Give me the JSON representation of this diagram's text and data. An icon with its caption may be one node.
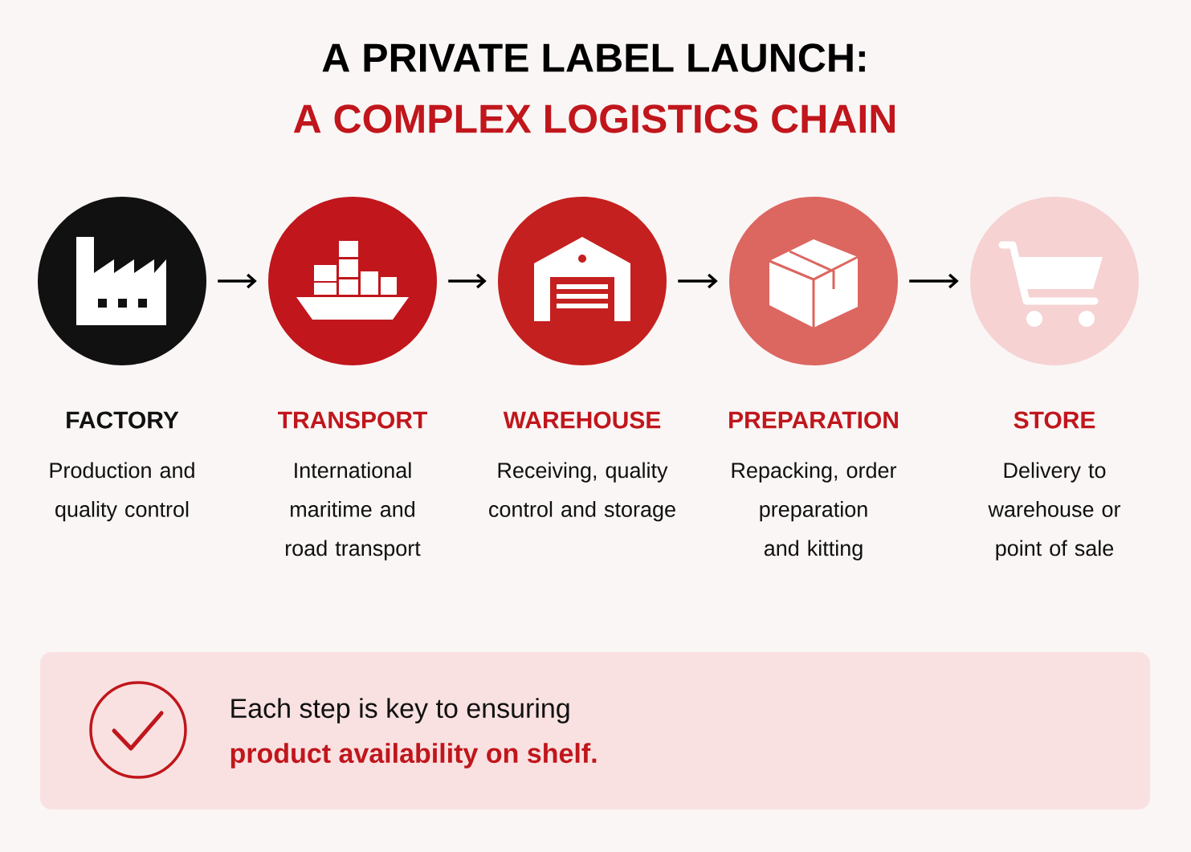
{
  "diagram": {
    "title": "A PRIVATE LABEL LAUNCH:",
    "nodes": [
      {
        "text": [
          "FACTORY",
          "Production and quality control"
        ]
      },
      {
        "text": [
          "TRANSPORT",
          "International maritime and road transport"
        ]
      },
      {
        "text": [
          "WAREHOUSE",
          "Receiving, quality control and storage"
        ]
      },
      {
        "text": [
          "PREPARATION",
          "Repacking, order preparation and kitting"
        ]
      },
      {
        "text": [
          "STORE",
          "Delivery to warehouse or point of sale"
        ]
      },
      {
        "text": [
          "Each step is key to ensuring",
          "product availability on shelf."
        ]
      }
    ],
    "edges": [
      {
        "from": 0,
        "to": 1,
        "arrow": "to"
      },
      {
        "from": 1,
        "to": 2,
        "arrow": "to"
      },
      {
        "from": 2,
        "to": 3,
        "arrow": "to"
      },
      {
        "from": 3,
        "to": 4,
        "arrow": "to"
      }
    ],
    "labels": [
      "A COMPLEX LOGISTICS CHAIN"
    ]
  }
}
